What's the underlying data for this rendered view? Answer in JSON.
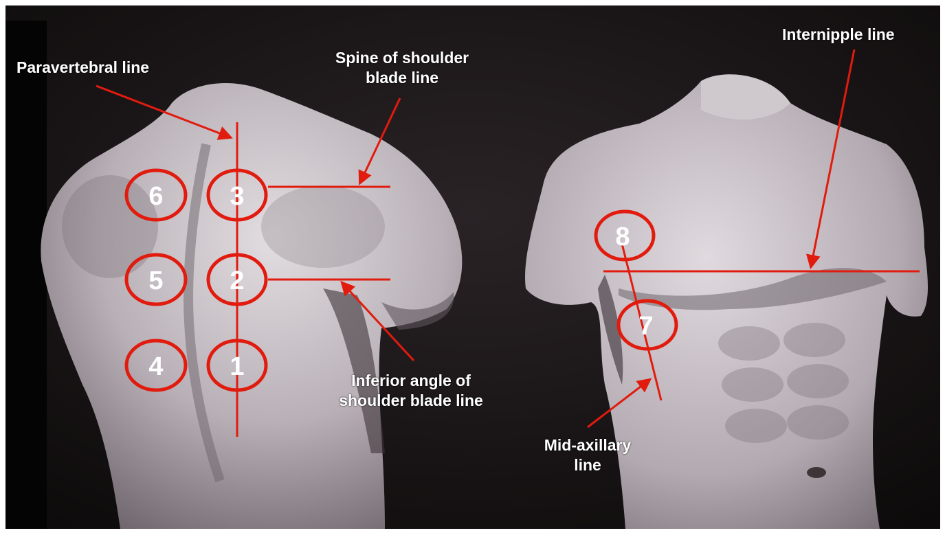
{
  "labels": {
    "paravertebral": "Paravertebral line",
    "spine_of_shoulder_1": "Spine of shoulder",
    "spine_of_shoulder_2": "blade line",
    "inferior_angle_1": "Inferior angle of",
    "inferior_angle_2": "shoulder blade line",
    "internipple": "Internipple line",
    "mid_axillary_1": "Mid-axillary",
    "mid_axillary_2": "line"
  },
  "points": [
    "1",
    "2",
    "3",
    "4",
    "5",
    "6",
    "7",
    "8"
  ],
  "colors": {
    "marker": "#e11b0e",
    "background": "#0b0909",
    "skin_light": "#d8d2d6",
    "skin_mid": "#a59ca3",
    "skin_dark": "#5d555c",
    "text": "#ffffff"
  }
}
